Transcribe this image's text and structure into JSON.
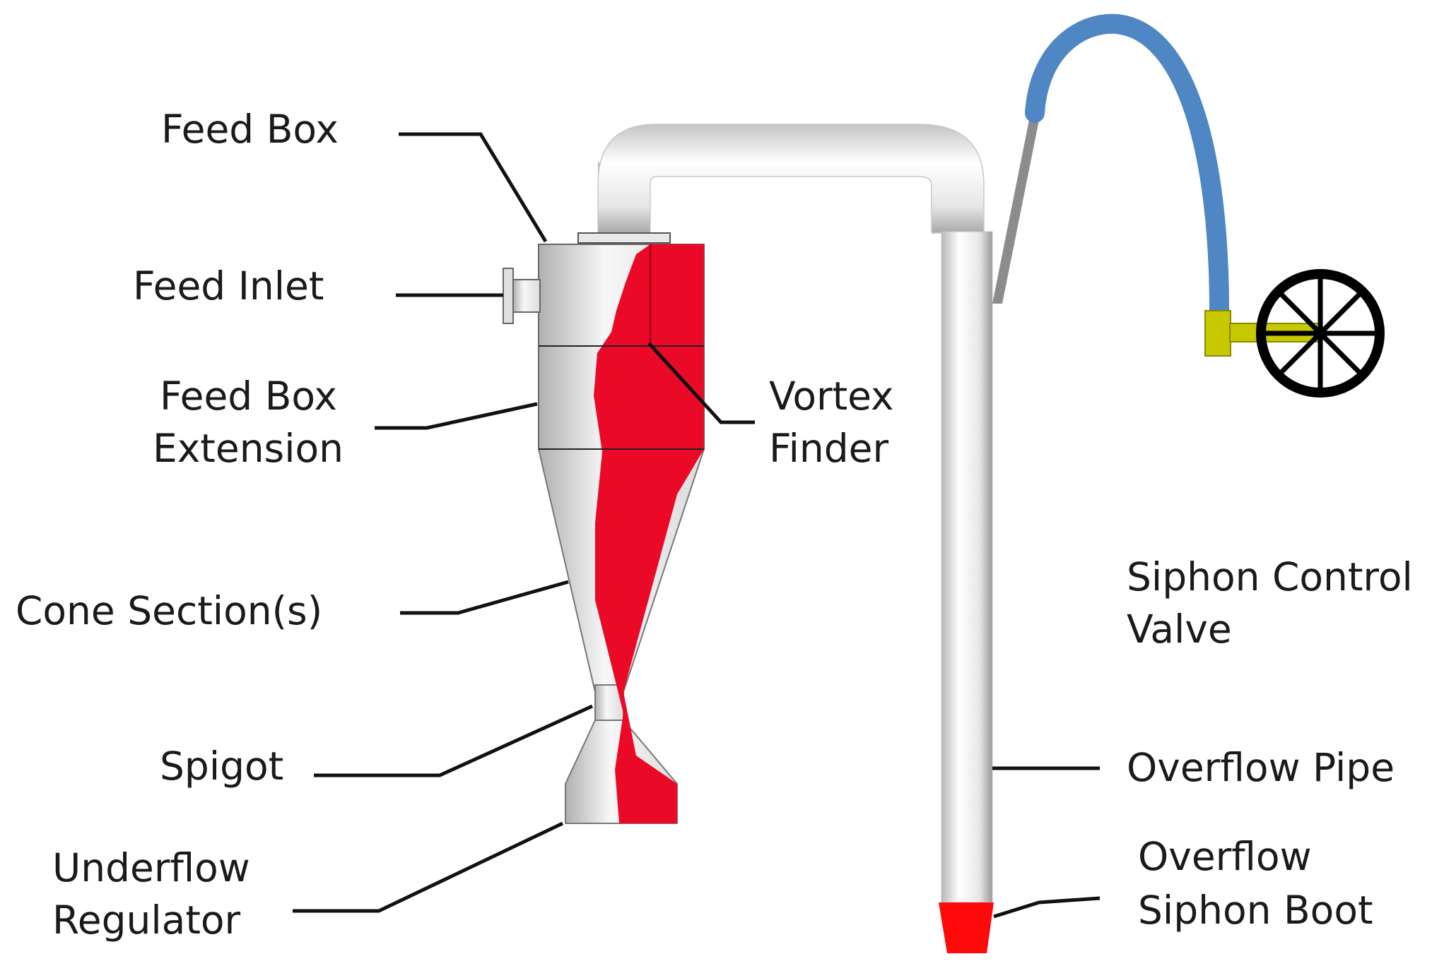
{
  "labels": {
    "feed_box": "Feed Box",
    "feed_inlet": "Feed Inlet",
    "feed_box_extension": [
      "Feed Box",
      "Extension"
    ],
    "cone_sections": "Cone Section(s)",
    "spigot": "Spigot",
    "underflow_regulator": [
      "Underflow",
      "Regulator"
    ],
    "vortex_finder": [
      "Vortex",
      "Finder"
    ],
    "siphon_control_valve": [
      "Siphon Control",
      "Valve"
    ],
    "overflow_pipe": "Overflow Pipe",
    "overflow_siphon_boot": [
      "Overflow",
      "Siphon Boot"
    ]
  },
  "colors": {
    "cutaway_red": "#ea0a28",
    "boot_red": "#ff0a0a",
    "hose_blue": "#4f87c4",
    "valve_yellow": "#c8c800",
    "leader_line": "#111111",
    "metal_light": "#f2f2f2",
    "metal_dark": "#9a9a9a"
  }
}
